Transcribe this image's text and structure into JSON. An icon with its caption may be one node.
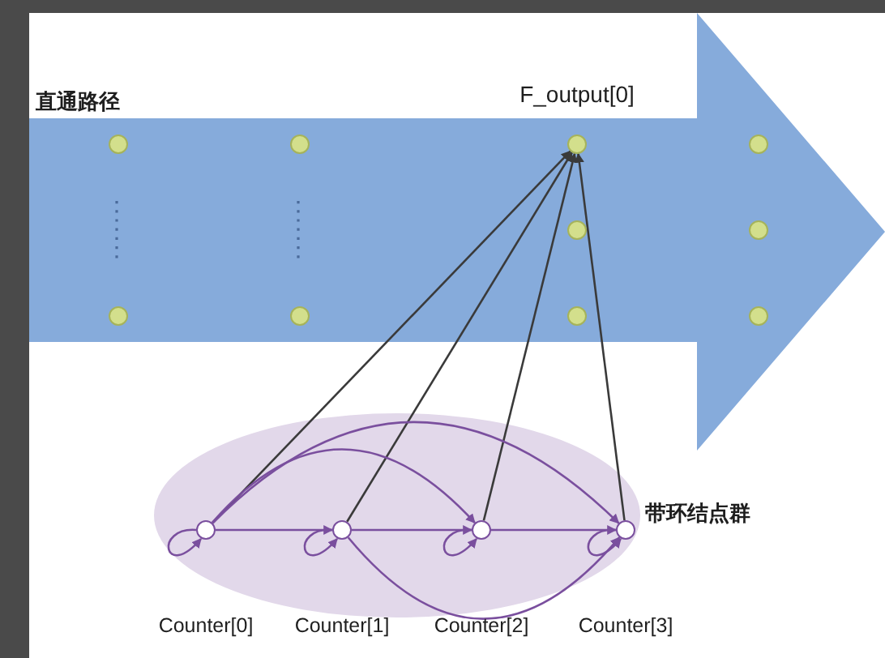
{
  "diagram": {
    "nodes": [
      {
        "text": [
          "直通路径"
        ]
      },
      {
        "text": [],
        "shape": "circle",
        "in": 0
      },
      {
        "text": [],
        "shape": "circle",
        "in": 0
      },
      {
        "text": [],
        "shape": "circle",
        "in": 0
      },
      {
        "text": [],
        "shape": "circle",
        "in": 0
      },
      {
        "text": [
          "F_output[0]"
        ],
        "in": 0
      },
      {
        "text": [],
        "shape": "circle",
        "in": 0
      },
      {
        "text": [],
        "shape": "circle",
        "in": 0
      },
      {
        "text": [],
        "shape": "circle",
        "in": 0
      },
      {
        "text": [],
        "shape": "circle",
        "in": 0
      },
      {
        "text": [],
        "shape": "circle",
        "in": 0
      },
      {
        "text": [
          "带环结点群"
        ]
      },
      {
        "text": [
          "Counter[0]"
        ],
        "in": 11
      },
      {
        "text": [
          "Counter[1]"
        ],
        "in": 11
      },
      {
        "text": [
          "Counter[2]"
        ],
        "in": 11
      },
      {
        "text": [
          "Counter[3]"
        ],
        "in": 11
      }
    ],
    "edges": [
      {
        "from": 12,
        "to": 5,
        "arrow": "to",
        "color": "#3a3a3a"
      },
      {
        "from": 13,
        "to": 5,
        "arrow": "to",
        "color": "#3a3a3a"
      },
      {
        "from": 14,
        "to": 5,
        "arrow": "to",
        "color": "#3a3a3a"
      },
      {
        "from": 15,
        "to": 5,
        "arrow": "to",
        "color": "#3a3a3a"
      },
      {
        "from": 12,
        "to": 12,
        "arrow": "to"
      },
      {
        "from": 13,
        "to": 13,
        "arrow": "to"
      },
      {
        "from": 14,
        "to": 14,
        "arrow": "to"
      },
      {
        "from": 15,
        "to": 15,
        "arrow": "to"
      },
      {
        "from": 12,
        "to": 13,
        "arrow": "to"
      },
      {
        "from": 13,
        "to": 14,
        "arrow": "to"
      },
      {
        "from": 14,
        "to": 15,
        "arrow": "to"
      },
      {
        "from": 12,
        "to": 14,
        "arrow": "to"
      },
      {
        "from": 12,
        "to": 15,
        "arrow": "to"
      },
      {
        "from": 13,
        "to": 15,
        "arrow": "to"
      }
    ]
  }
}
